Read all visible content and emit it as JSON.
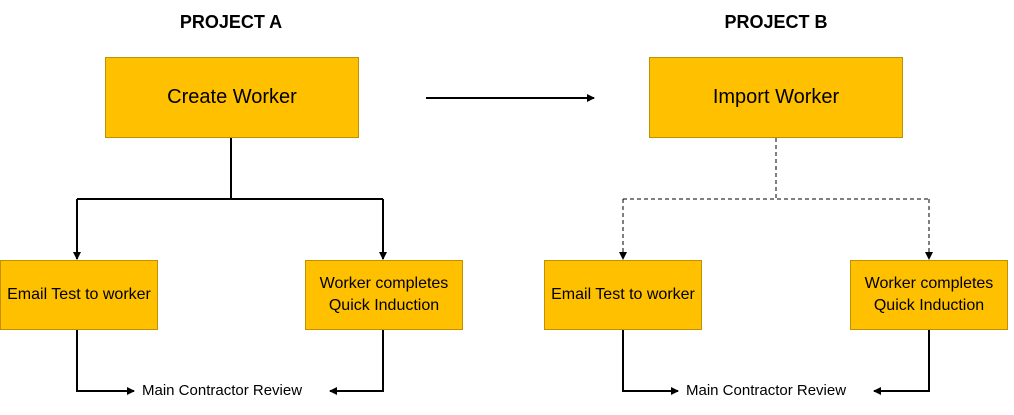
{
  "project_a": {
    "title": "PROJECT A",
    "main_box": "Create Worker",
    "left_box": "Email Test to worker",
    "right_box": "Worker completes Quick Induction",
    "review_label": "Main Contractor Review"
  },
  "project_b": {
    "title": "PROJECT B",
    "main_box": "Import Worker",
    "left_box": "Email Test to worker",
    "right_box": "Worker completes Quick Induction",
    "review_label": "Main Contractor Review"
  },
  "colors": {
    "box_fill": "#FFC000",
    "box_border": "#BF9000",
    "line": "#000000"
  }
}
